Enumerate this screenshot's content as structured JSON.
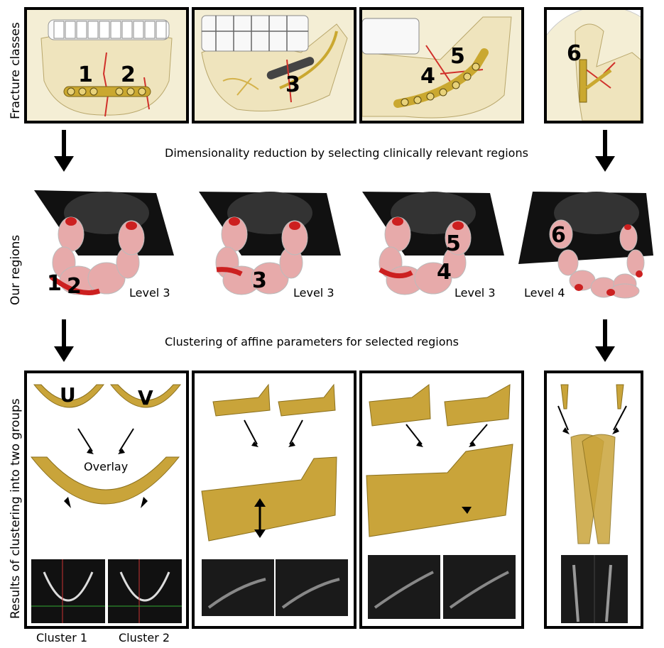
{
  "labels": {
    "row1": "Fracture classes",
    "row2": "Our regions",
    "row3": "Results of clustering into two groups"
  },
  "captions": {
    "step1": "Dimensionality reduction by selecting clinically relevant regions",
    "step2": "Clustering of affine parameters for selected regions"
  },
  "fracture_numbers": [
    "1",
    "2",
    "3",
    "4",
    "5",
    "6"
  ],
  "region_numbers": [
    "1",
    "2",
    "3",
    "4",
    "5",
    "6"
  ],
  "levels": [
    "Level 3",
    "Level 3",
    "Level 3",
    "Level 4"
  ],
  "overlay": {
    "u": "U",
    "v": "V",
    "label": "Overlay"
  },
  "clusters": [
    "Cluster 1",
    "Cluster 2"
  ],
  "colors": {
    "bone": "#c9a43a",
    "boneDark": "#8a6f1c",
    "plate": "#caa830",
    "fracture": "#d0302a",
    "region": "#e7aaaa",
    "regionRed": "#cc2020"
  }
}
